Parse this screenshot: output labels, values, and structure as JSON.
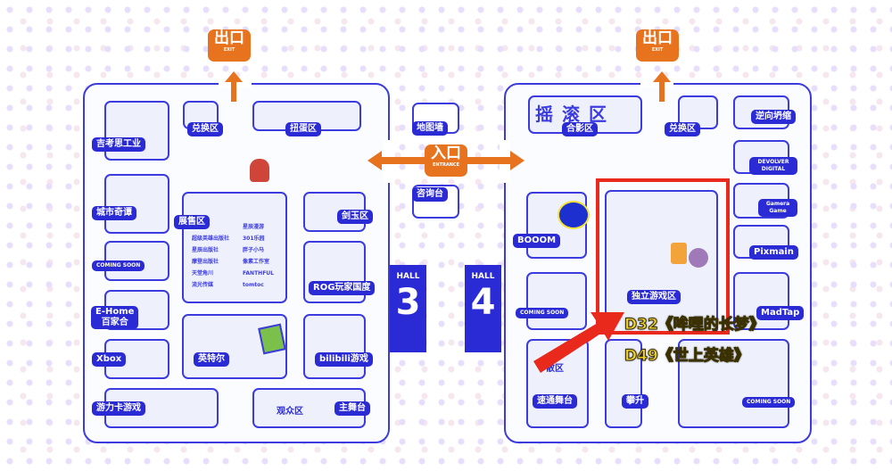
{
  "exits": {
    "label": "出口",
    "sub": "EXIT"
  },
  "entrance": {
    "label": "入口",
    "sub": "ENTRANCE"
  },
  "hall3": {
    "h": "HALL",
    "n": "3"
  },
  "hall4": {
    "h": "HALL",
    "n": "4"
  },
  "center": {
    "top": "地图墙",
    "bottom": "咨询台"
  },
  "left": {
    "jikaosi": "吉考思工业",
    "duihuan": "兑换区",
    "niudan": "扭蛋区",
    "chengshi": "城市奇谭",
    "zhanshou": "展售区",
    "jianyu": "剑玉区",
    "coming": "COMING SOON",
    "rog": "ROG玩家国度",
    "ehome1": "E-Home",
    "ehome2": "百家合",
    "intel": "英特尔",
    "bilibili": "bilibili游戏",
    "xbox": "Xbox",
    "youlika": "游力卡游戏",
    "guanzhong": "观众区",
    "zhuwutai": "主舞台",
    "list_left": [
      "超级英雄出版社",
      "星辰出版社",
      "摩登出版社",
      "天堂角川",
      "流光传媒"
    ],
    "list_right": [
      "星辰漫游",
      "301乐园",
      "胖子小马",
      "像素工作室",
      "FANTHFUL",
      "tomtoc"
    ]
  },
  "right": {
    "logo": "摇滚区",
    "heying": "合影区",
    "duihuan": "兑换区",
    "nixiang": "逆向坍缩",
    "devolver": "DEVOLVER DIGITAL",
    "gamera": "Gamera Game",
    "pixmain": "Pixmain",
    "booom": "BOOOM",
    "duli": "独立游戏区",
    "coming1": "COMING SOON",
    "tap": "MadTap",
    "san": "散区",
    "sutong": "速通舞台",
    "pansheng": "攀升",
    "coming2": "COMING SOON"
  },
  "annotation": {
    "line1": "D32《哞哩的长梦》",
    "line2": "D49《世上英雄》",
    "highlight_color": "#e8291c"
  }
}
